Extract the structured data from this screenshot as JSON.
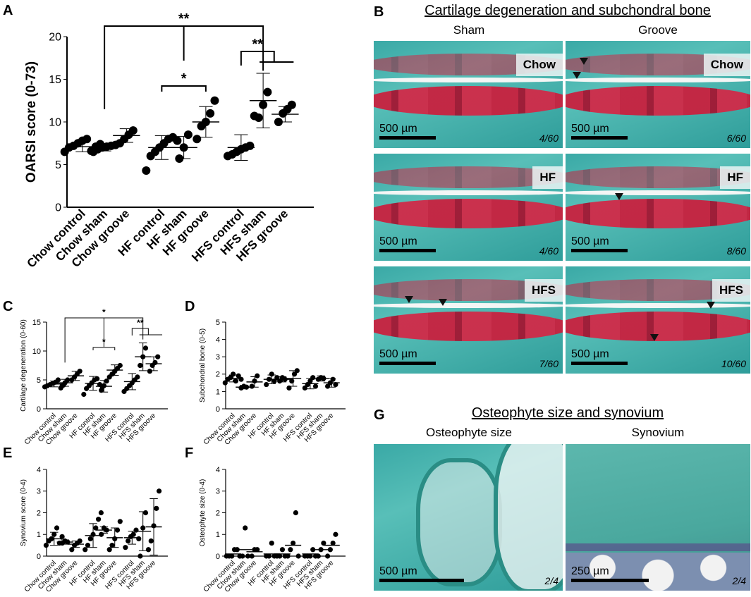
{
  "panels": {
    "a": "A",
    "b": "B",
    "c": "C",
    "d": "D",
    "e": "E",
    "f": "F",
    "g": "G"
  },
  "chart_data": [
    {
      "id": "A",
      "type": "scatter",
      "ylabel": "OARSI score (0-73)",
      "ylim": [
        0,
        20
      ],
      "yticks": [
        0,
        5,
        10,
        15,
        20
      ],
      "categories": [
        "Chow control",
        "Chow sham",
        "Chow groove",
        "HF control",
        "HF sham",
        "HF groove",
        "HFS control",
        "HFS sham",
        "HFS groove"
      ],
      "points": [
        [
          6.5,
          7,
          7.2,
          7.5,
          7.8,
          8,
          6.6,
          7.1,
          7.4
        ],
        [
          6.5,
          6.8,
          7,
          7.1,
          7.2,
          7.3
        ],
        [
          7.5,
          8,
          8.5,
          9
        ],
        [
          4.3,
          6,
          6.5,
          7,
          7.5,
          8,
          8.2,
          7.8
        ],
        [
          5.7,
          7,
          8.5
        ],
        [
          8,
          9.5,
          10,
          11,
          12.5
        ],
        [
          6,
          6.2,
          6.5,
          6.8,
          7,
          7.2,
          10.7
        ],
        [
          10.5,
          12,
          13.5
        ],
        [
          10,
          11,
          11.5,
          12
        ]
      ],
      "mean": [
        7.1,
        7,
        8.4,
        7,
        7,
        10,
        7,
        12.5,
        10.9
      ],
      "sd": [
        0.6,
        0.4,
        0.8,
        1.4,
        1.3,
        1.8,
        1.5,
        3.2,
        0.9
      ],
      "significance": [
        {
          "label": "**",
          "level": 1
        },
        {
          "label": "*",
          "level": 2
        },
        {
          "label": "**",
          "level": 3
        }
      ]
    },
    {
      "id": "C",
      "type": "scatter",
      "ylabel": "Cartilage degeneration (0-60)",
      "ylim": [
        0,
        15
      ],
      "yticks": [
        0,
        5,
        10,
        15
      ],
      "categories": [
        "Chow control",
        "Chow sham",
        "Chow groove",
        "HF control",
        "HF sham",
        "HF groove",
        "HFS control",
        "HFS sham",
        "HFS groove"
      ],
      "points": [
        [
          3.8,
          4,
          4.2,
          4.4,
          4.6,
          5,
          3.6,
          4.1
        ],
        [
          4,
          4.5,
          5
        ],
        [
          5,
          5.5,
          6,
          6.5
        ],
        [
          2.5,
          3.5,
          4,
          4.5,
          5,
          5.2,
          4.2,
          3.8
        ],
        [
          3.2,
          4,
          4.8
        ],
        [
          5.5,
          6,
          6.5,
          7,
          7.5
        ],
        [
          3,
          3.5,
          4,
          4.5,
          5,
          5.5,
          7.5
        ],
        [
          7.5,
          9,
          10.5
        ],
        [
          6.5,
          7.5,
          8,
          9
        ]
      ],
      "mean": [
        4.3,
        4.5,
        5.7,
        4.4,
        3.9,
        6.7,
        4.7,
        9,
        7.8
      ],
      "sd": [
        0.5,
        0.6,
        0.8,
        1.2,
        1,
        0.9,
        1.4,
        2.4,
        1.2
      ],
      "significance": [
        {
          "label": "*",
          "level": 1
        },
        {
          "label": "*",
          "level": 2
        },
        {
          "label": "**",
          "level": 3
        }
      ]
    },
    {
      "id": "D",
      "type": "scatter",
      "ylabel": "Subchondral bone (0-5)",
      "ylim": [
        0,
        5
      ],
      "yticks": [
        0,
        1,
        2,
        3,
        4,
        5
      ],
      "categories": [
        "Chow control",
        "Chow sham",
        "Chow groove",
        "HF control",
        "HF sham",
        "HF groove",
        "HFS control",
        "HFS sham",
        "HFS groove"
      ],
      "points": [
        [
          1.5,
          1.7,
          1.8,
          2,
          1.6,
          1.9,
          1.7
        ],
        [
          1.2,
          1.3,
          1.25
        ],
        [
          1.3,
          1.6,
          1.9
        ],
        [
          1.4,
          1.7,
          2,
          1.6,
          1.8
        ],
        [
          1.6,
          1.8,
          1.7
        ],
        [
          1.2,
          1.6,
          2,
          2.2
        ],
        [
          1.2,
          1.4,
          1.6,
          1.8,
          1.3
        ],
        [
          1.7,
          1.8,
          1.75
        ],
        [
          1.3,
          1.5,
          1.7,
          1.4
        ]
      ],
      "mean": [
        1.75,
        1.25,
        1.55,
        1.7,
        1.7,
        1.75,
        1.45,
        1.75,
        1.5
      ],
      "sd": [
        0.2,
        0.1,
        0.3,
        0.25,
        0.15,
        0.45,
        0.3,
        0.15,
        0.25
      ]
    },
    {
      "id": "E",
      "type": "scatter",
      "ylabel": "Synovium score (0-4)",
      "ylim": [
        0,
        4
      ],
      "yticks": [
        0,
        1,
        2,
        3,
        4
      ],
      "categories": [
        "Chow control",
        "Chow sham",
        "Chow groove",
        "HF control",
        "HF sham",
        "HF groove",
        "HFS control",
        "HFS sham",
        "HFS groove"
      ],
      "points": [
        [
          0.5,
          0.7,
          0.8,
          1,
          1.3,
          0.6,
          0.9
        ],
        [
          0.6,
          0.7,
          0.65
        ],
        [
          0.3,
          0.5,
          0.6,
          0.7
        ],
        [
          0.3,
          0.5,
          0.8,
          1,
          1.3,
          1.7,
          2
        ],
        [
          1,
          1.3,
          1.2
        ],
        [
          0.3,
          0.5,
          0.8,
          1.2,
          1.6
        ],
        [
          0.4,
          0.7,
          0.9,
          1,
          1.2,
          0.8
        ],
        [
          0,
          1.3,
          2
        ],
        [
          0.3,
          0.7,
          1.4,
          2.2,
          3
        ]
      ],
      "mean": [
        0.8,
        0.65,
        0.55,
        0.95,
        1.2,
        0.85,
        0.85,
        1.15,
        1.35
      ],
      "sd": [
        0.3,
        0.1,
        0.15,
        0.55,
        0.15,
        0.45,
        0.3,
        0.9,
        1.3
      ]
    },
    {
      "id": "F",
      "type": "scatter",
      "ylabel": "Osteophyte size (0-4)",
      "ylim": [
        0,
        4
      ],
      "yticks": [
        0,
        1,
        2,
        3,
        4
      ],
      "categories": [
        "Chow control",
        "Chow sham",
        "Chow groove",
        "HF control",
        "HF sham",
        "HF groove",
        "HFS control",
        "HFS sham",
        "HFS groove"
      ],
      "points": [
        [
          0,
          0,
          0,
          0.3,
          0.3,
          0
        ],
        [
          0,
          0,
          1.3,
          0
        ],
        [
          0,
          0.3,
          0.3
        ],
        [
          0,
          0,
          0.6,
          0,
          0
        ],
        [
          0,
          0.3,
          0
        ],
        [
          0,
          0.3,
          0.6,
          2,
          0
        ],
        [
          0,
          0,
          0,
          0.3,
          0
        ],
        [
          0,
          0.3,
          0.6
        ],
        [
          0,
          0.3,
          0.6,
          1
        ]
      ],
      "mean": [
        0.1,
        0.3,
        0.2,
        0.1,
        0.1,
        0.5,
        0.1,
        0.3,
        0.5
      ],
      "sd": [
        0,
        0,
        0,
        0,
        0,
        0,
        0,
        0,
        0
      ]
    }
  ],
  "histology": {
    "title": "Cartilage degeneration and subchondral bone",
    "col_sham": "Sham",
    "col_groove": "Groove",
    "tiles": [
      {
        "tag": "Chow",
        "scale": "500 µm",
        "score": "4/60"
      },
      {
        "tag": "Chow",
        "scale": "500 µm",
        "score": "6/60"
      },
      {
        "tag": "HF",
        "scale": "500 µm",
        "score": "4/60"
      },
      {
        "tag": "HF",
        "scale": "500 µm",
        "score": "8/60"
      },
      {
        "tag": "HFS",
        "scale": "500 µm",
        "score": "7/60"
      },
      {
        "tag": "HFS",
        "scale": "500 µm",
        "score": "10/60"
      }
    ]
  },
  "osteo": {
    "title": "Osteophyte size and synovium",
    "col_osteo": "Osteophyte size",
    "col_syn": "Synovium",
    "osteo_scale": "500 µm",
    "osteo_score": "2/4",
    "syn_scale": "250 µm",
    "syn_score": "2/4"
  }
}
